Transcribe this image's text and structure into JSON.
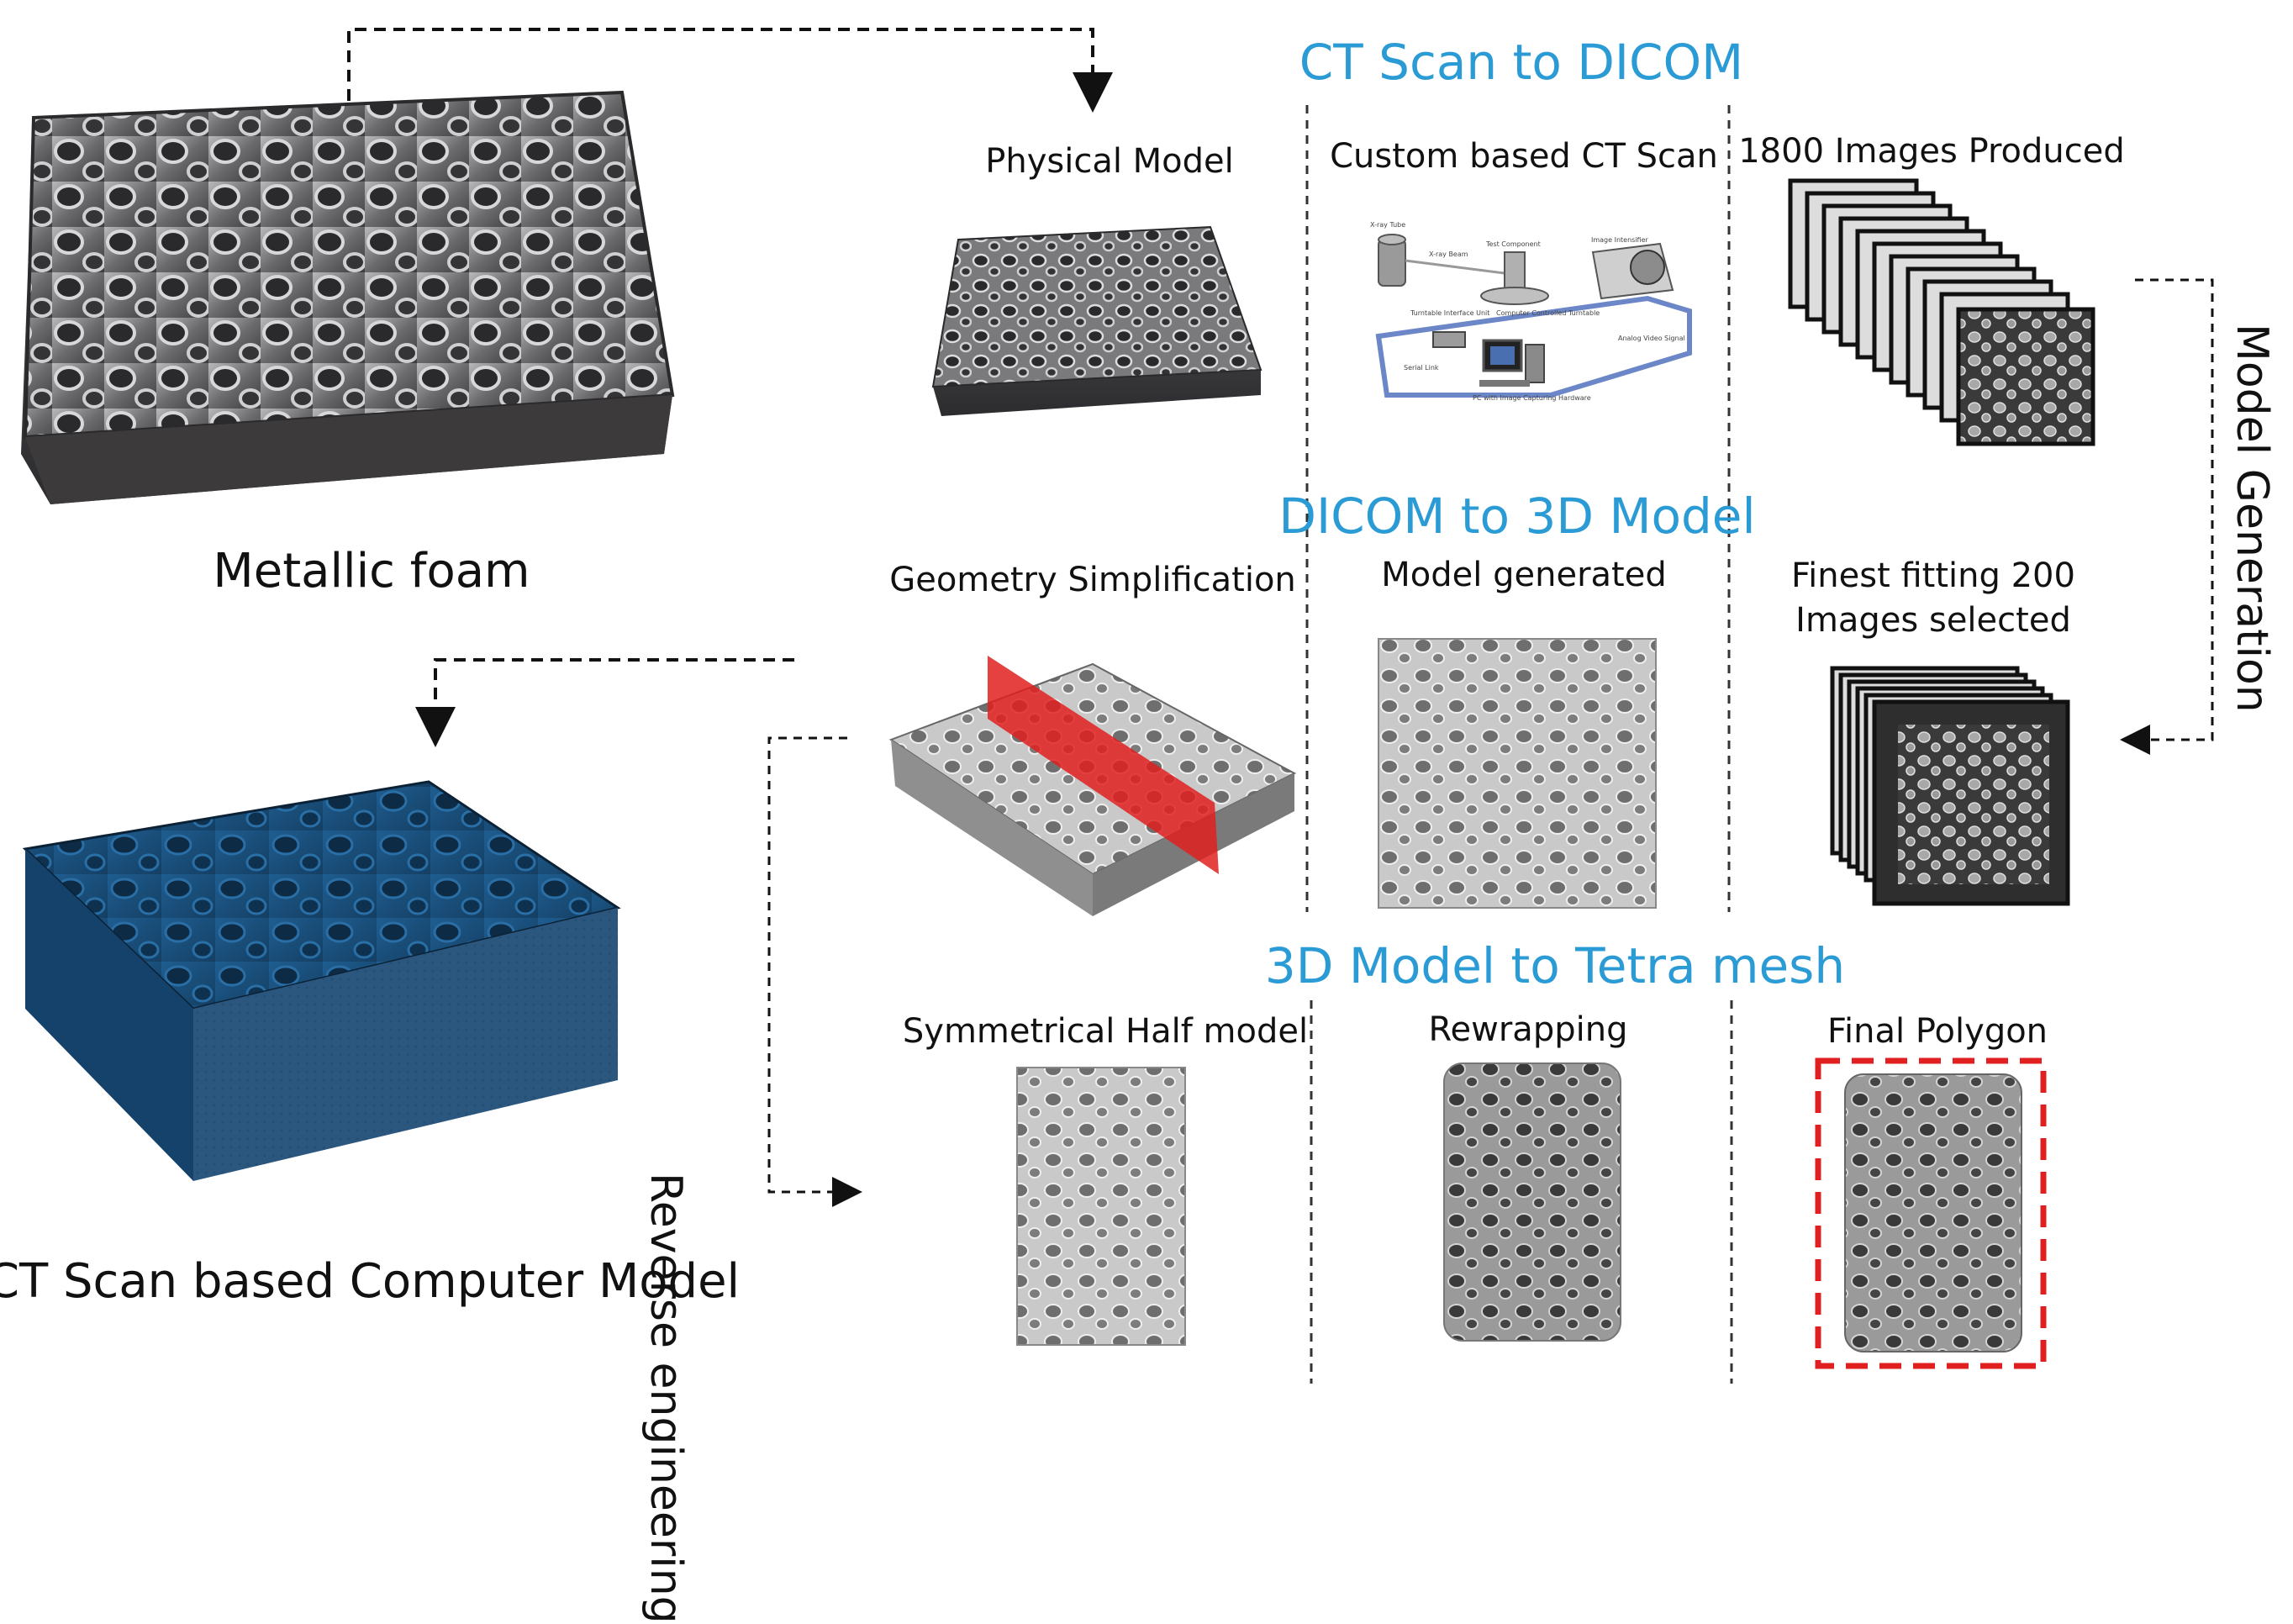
{
  "sections": {
    "ct_to_dicom": "CT Scan to DICOM",
    "dicom_to_3d": "DICOM to 3D Model",
    "model_to_mesh": "3D Model to Tetra mesh"
  },
  "labels": {
    "metallic_foam": "Metallic foam",
    "computer_model": "CT Scan based Computer Model",
    "physical_model": "Physical Model",
    "custom_ct": "Custom based CT Scan",
    "images_produced": "1800 Images Produced",
    "geometry_simplification": "Geometry Simplification",
    "model_generated": "Model generated",
    "finest_line1": "Finest fitting 200",
    "finest_line2": "Images selected",
    "symmetrical": "Symmetrical Half model",
    "rewrapping": "Rewrapping",
    "final_polygon": "Final Polygon"
  },
  "side_labels": {
    "model_generation": "Model Generation",
    "reverse_engineering": "Reverse engineering"
  },
  "ct_schematic": {
    "xray_tube": "X-ray Tube",
    "xray_beam": "X-ray Beam",
    "test_component": "Test Component",
    "image_intensifier": "Image Intensifier",
    "turntable_unit": "Turntable Interface Unit",
    "controlled_turntable": "Computer Controlled Turntable",
    "analog_video": "Analog Video Signal",
    "serial_link": "Serial Link",
    "pc_capture": "PC with Image Capturing Hardware"
  },
  "colors": {
    "title_blue": "#2b9bd6",
    "foam_blue": "#1d4f7a",
    "highlight_red": "#e02020",
    "metal_grey": "#6e6e70"
  }
}
